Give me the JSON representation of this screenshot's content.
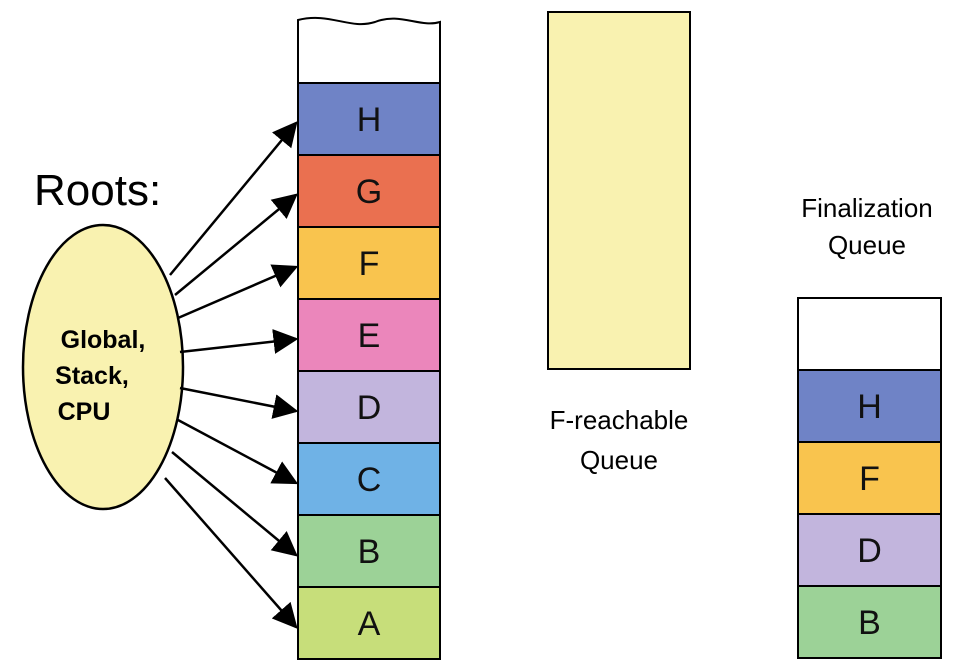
{
  "roots": {
    "title": "Roots:",
    "lines": [
      "Global,",
      "Stack,",
      "CPU"
    ],
    "fill": "#f9f2b0"
  },
  "managed_heap": {
    "objects": [
      {
        "label": "H",
        "color": "#6f83c6"
      },
      {
        "label": "G",
        "color": "#ea7050"
      },
      {
        "label": "F",
        "color": "#f9c44e"
      },
      {
        "label": "E",
        "color": "#eb86bb"
      },
      {
        "label": "D",
        "color": "#c2b5dd"
      },
      {
        "label": "C",
        "color": "#6fb2e6"
      },
      {
        "label": "B",
        "color": "#9cd297"
      },
      {
        "label": "A",
        "color": "#c7de7a"
      }
    ]
  },
  "freachable_queue": {
    "lines": [
      "F-reachable",
      "Queue"
    ],
    "fill": "#f9f2b0"
  },
  "finalization_queue": {
    "lines": [
      "Finalization",
      "Queue"
    ],
    "objects": [
      {
        "label": "H",
        "color": "#6f83c6"
      },
      {
        "label": "F",
        "color": "#f9c44e"
      },
      {
        "label": "D",
        "color": "#c2b5dd"
      },
      {
        "label": "B",
        "color": "#9cd297"
      }
    ]
  }
}
